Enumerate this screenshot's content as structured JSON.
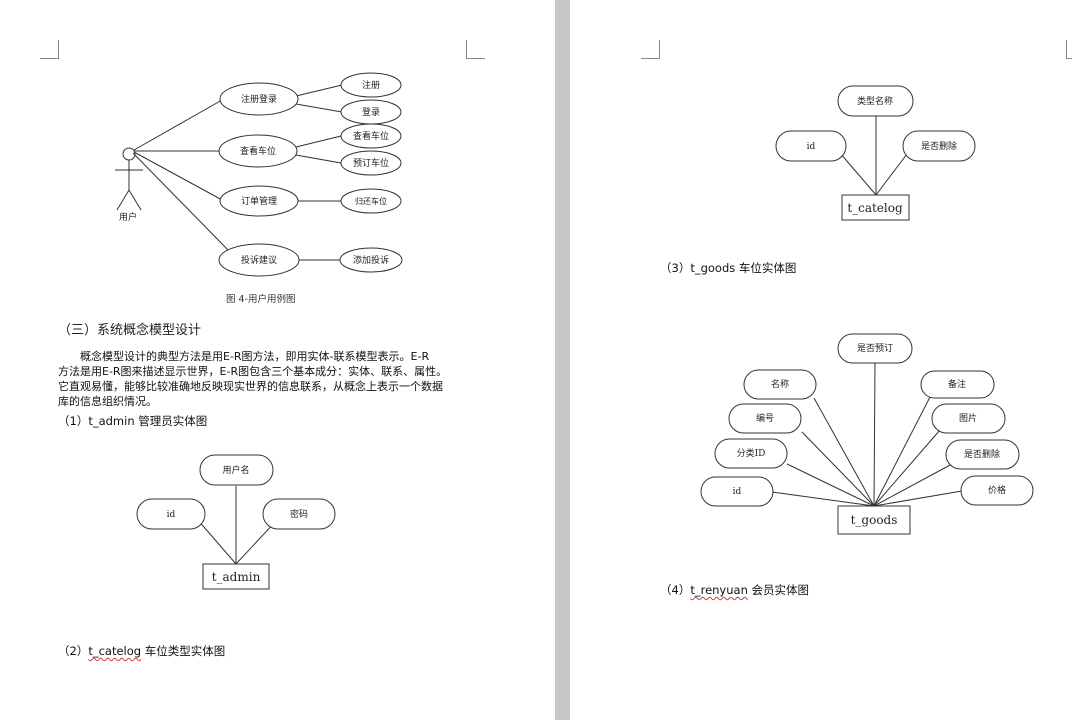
{
  "left_page": {
    "use_case": {
      "actor": "用户",
      "use_cases": [
        "注册登录",
        "查看车位",
        "订单管理",
        "投诉建议"
      ],
      "sub_cases": [
        "注册",
        "登录",
        "查看车位",
        "预订车位",
        "归还车位",
        "添加投诉"
      ],
      "caption": "图 4-用户用例图"
    },
    "section_heading": "（三）系统概念模型设计",
    "paragraph": [
      "概念模型设计的典型方法是用E-R图方法，即用实体-联系模型表示。E-R",
      "方法是用E-R图来描述显示世界，E-R图包含三个基本成分：实体、联系、属性。",
      "它直观易懂，能够比较准确地反映现实世界的信息联系，从概念上表示一个数据",
      "库的信息组织情况。"
    ],
    "sub1": {
      "prefix": "（1）",
      "code": "t_admin",
      "rest": " 管理员实体图"
    },
    "admin_er": {
      "entity": "t_admin",
      "attrs": [
        "用户名",
        "id",
        "密码"
      ]
    },
    "sub2": {
      "prefix": "（2）",
      "code": "t_catelog",
      "rest": " 车位类型实体图"
    }
  },
  "right_page": {
    "catelog_er": {
      "entity": "t_catelog",
      "attrs": [
        "类型名称",
        "id",
        "是否删除"
      ]
    },
    "sub3": {
      "prefix": "（3）",
      "code": "t_goods",
      "rest": " 车位实体图"
    },
    "goods_er": {
      "entity": "t_goods",
      "attrs": [
        "是否预订",
        "名称",
        "编号",
        "分类ID",
        "id",
        "备注",
        "图片",
        "是否删除",
        "价格"
      ]
    },
    "sub4": {
      "prefix": "（4）",
      "code": "t_renyuan",
      "rest": " 会员实体图"
    }
  }
}
